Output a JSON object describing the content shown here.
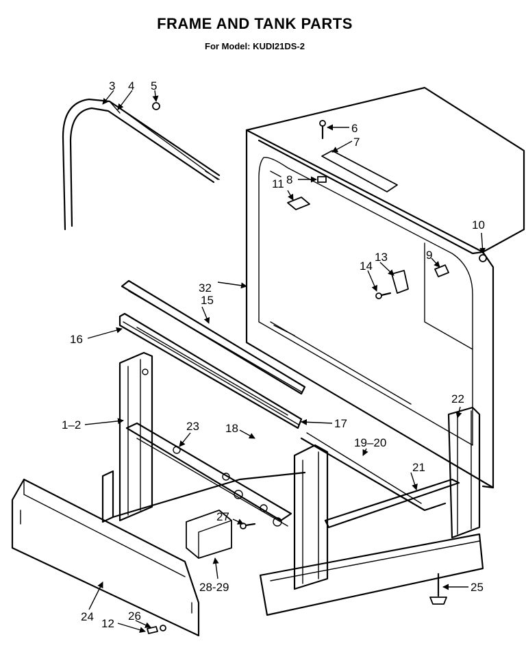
{
  "header": {
    "title": "FRAME AND TANK PARTS",
    "subtitle": "For Model: KUDI21DS-2"
  },
  "callouts": {
    "c1_2": "1–2",
    "c3": "3",
    "c4": "4",
    "c5": "5",
    "c6": "6",
    "c7": "7",
    "c8": "8",
    "c9": "9",
    "c10": "10",
    "c11": "11",
    "c12": "12",
    "c13": "13",
    "c14": "14",
    "c15": "15",
    "c16": "16",
    "c17": "17",
    "c18": "18",
    "c19_20": "19–20",
    "c21": "21",
    "c22": "22",
    "c23": "23",
    "c24": "24",
    "c25": "25",
    "c26": "26",
    "c27": "27",
    "c28_29": "28-29",
    "c32": "32"
  }
}
